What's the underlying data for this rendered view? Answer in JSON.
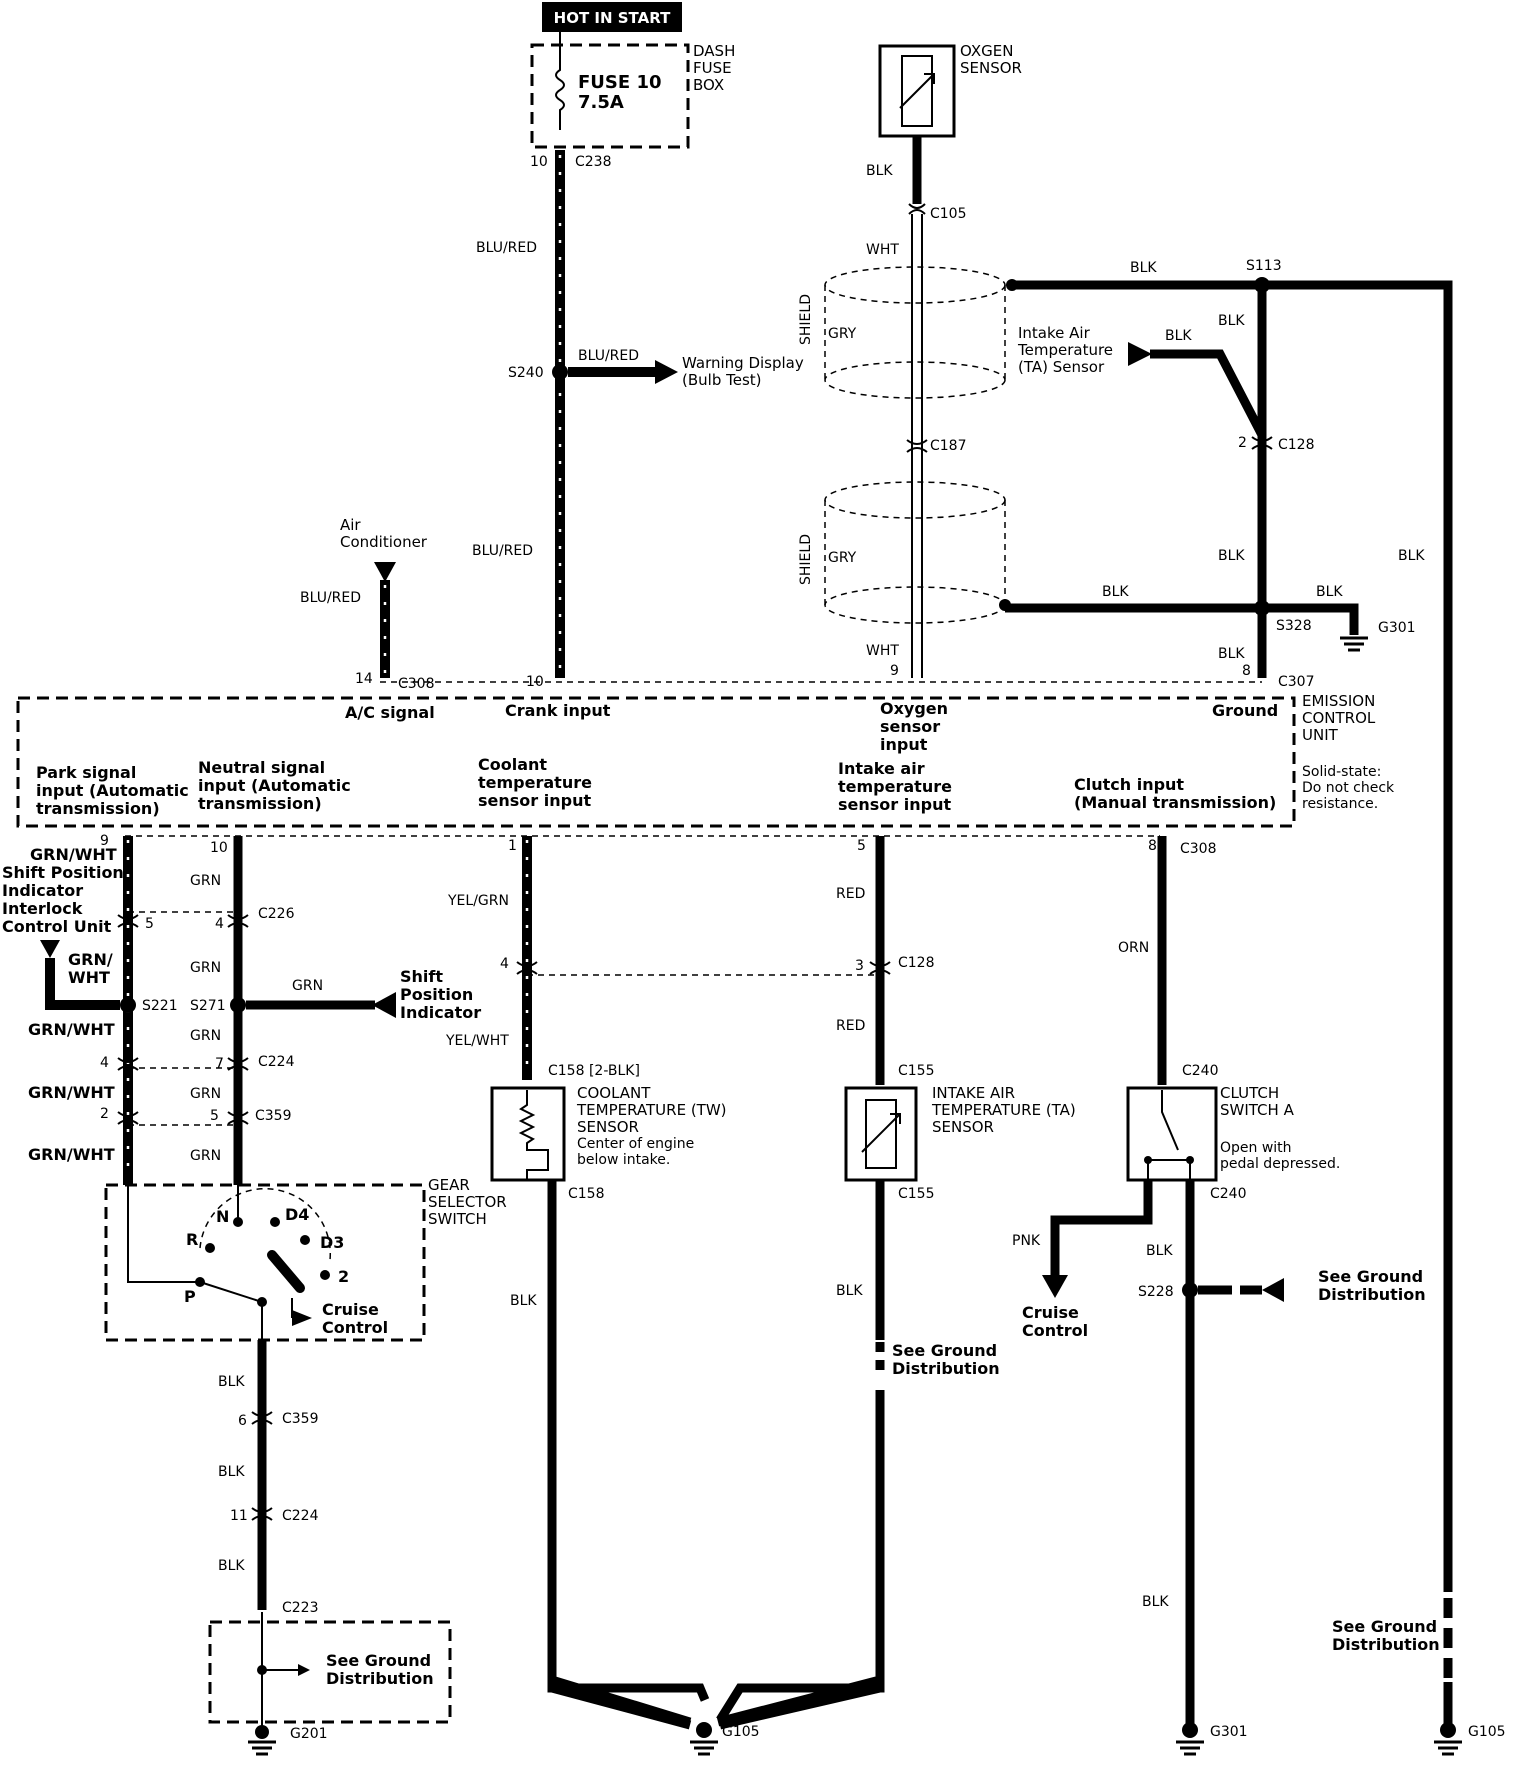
{
  "header": {
    "hot_in_start": "HOT IN START"
  },
  "fuse_box": {
    "name": "DASH\nFUSE\nBOX",
    "fuse": "FUSE 10",
    "rating": "7.5A",
    "pin": "10",
    "connector": "C238"
  },
  "oxygen_sensor": {
    "name": "OXGEN\nSENSOR",
    "wire_blk": "BLK",
    "connector": "C105",
    "wire_wht": "WHT",
    "connector2": "C187",
    "wht_bottom": "WHT",
    "pin": "9"
  },
  "shield": {
    "label": "SHIELD",
    "gry": "GRY"
  },
  "ground_network": {
    "blk_top": "BLK",
    "s113": "S113",
    "blk_right": "BLK",
    "blk_c128": "BLK",
    "c128": "C128",
    "c128_pin": "2",
    "blk_mid": "BLK",
    "blk_shield": "BLK",
    "blk_to_g301": "BLK",
    "s328": "S328",
    "g301": "G301",
    "blk_low": "BLK",
    "pin8": "8",
    "c307": "C307",
    "blk_far": "BLK"
  },
  "ta_sensor_note": {
    "text": "Intake Air\nTemperature\n(TA) Sensor",
    "wire": "BLK"
  },
  "crank_circuit": {
    "wire1": "BLU/RED",
    "s240": "S240",
    "wire2": "BLU/RED",
    "warning": "Warning Display\n(Bulb Test)",
    "wire3": "BLU/RED",
    "pin": "10"
  },
  "ac_circuit": {
    "source": "Air\nConditioner",
    "wire": "BLU/RED",
    "pin": "14",
    "connector": "C308"
  },
  "ecu": {
    "name": "EMISSION\nCONTROL\nUNIT",
    "note": "Solid-state:\nDo not check\nresistance.",
    "inputs_top": [
      "A/C signal",
      "Crank input",
      "Oxygen\nsensor\ninput",
      "Ground"
    ],
    "inputs_bottom": [
      "Park signal\ninput (Automatic\ntransmission)",
      "Neutral signal\ninput (Automatic\ntransmission)",
      "Coolant\ntemperature\nsensor input",
      "Intake air\ntemperature\nsensor input",
      "Clutch input\n(Manual transmission)"
    ],
    "pins_bottom": [
      "9",
      "10",
      "1",
      "5",
      "8"
    ],
    "connector_bottom": "C308"
  },
  "park_circuit": {
    "wire": "GRN/WHT",
    "interlock": "Shift Position\nIndicator\nInterlock\nControl Unit",
    "pin5": "5",
    "grn_wht_branch": "GRN/\nWHT",
    "s221": "S221",
    "wire2": "GRN/WHT",
    "pin4": "4",
    "wire3": "GRN/WHT",
    "pin2": "2",
    "wire4": "GRN/WHT"
  },
  "neutral_circuit": {
    "wire1": "GRN",
    "pin4": "4",
    "c226": "C226",
    "wire2": "GRN",
    "s271": "S271",
    "branch_wire": "GRN",
    "indicator": "Shift\nPosition\nIndicator",
    "wire3": "GRN",
    "pin7": "7",
    "c224": "C224",
    "wire4": "GRN",
    "pin5": "5",
    "c359": "C359",
    "wire5": "GRN"
  },
  "gear_switch": {
    "name": "GEAR\nSELECTOR\nSWITCH",
    "positions": [
      "R",
      "N",
      "D4",
      "D3",
      "2",
      "P"
    ],
    "cruise": "Cruise\nControl"
  },
  "gear_ground": {
    "wire1": "BLK",
    "pin6": "6",
    "c359": "C359",
    "wire2": "BLK",
    "pin11": "11",
    "c224": "C224",
    "wire3": "BLK",
    "c223": "C223",
    "see_ground": "See Ground\nDistribution",
    "g201": "G201"
  },
  "coolant_circuit": {
    "wire1": "YEL/GRN",
    "pin4": "4",
    "wire2": "YEL/WHT",
    "connector": "C158 [2-BLK]",
    "sensor": "COOLANT\nTEMPERATURE (TW)\nSENSOR",
    "note": "Center of engine\nbelow intake.",
    "c158": "C158",
    "wire3": "BLK",
    "g105": "G105"
  },
  "intake_circuit": {
    "wire1": "RED",
    "pin3": "3",
    "c128": "C128",
    "wire2": "RED",
    "c155": "C155",
    "sensor": "INTAKE AIR\nTEMPERATURE (TA)\nSENSOR",
    "c155b": "C155",
    "wire3": "BLK",
    "see_ground": "See Ground\nDistribution"
  },
  "clutch_circuit": {
    "wire1": "ORN",
    "c240": "C240",
    "switch": "CLUTCH\nSWITCH A",
    "note": "Open with\npedal depressed.",
    "c240b": "C240",
    "pnk": "PNK",
    "cruise": "Cruise\nControl",
    "blk": "BLK",
    "s228": "S228",
    "see_ground": "See Ground\nDistribution",
    "blk2": "BLK",
    "g301": "G301"
  },
  "far_right": {
    "see_ground": "See Ground\nDistribution",
    "g105": "G105"
  }
}
